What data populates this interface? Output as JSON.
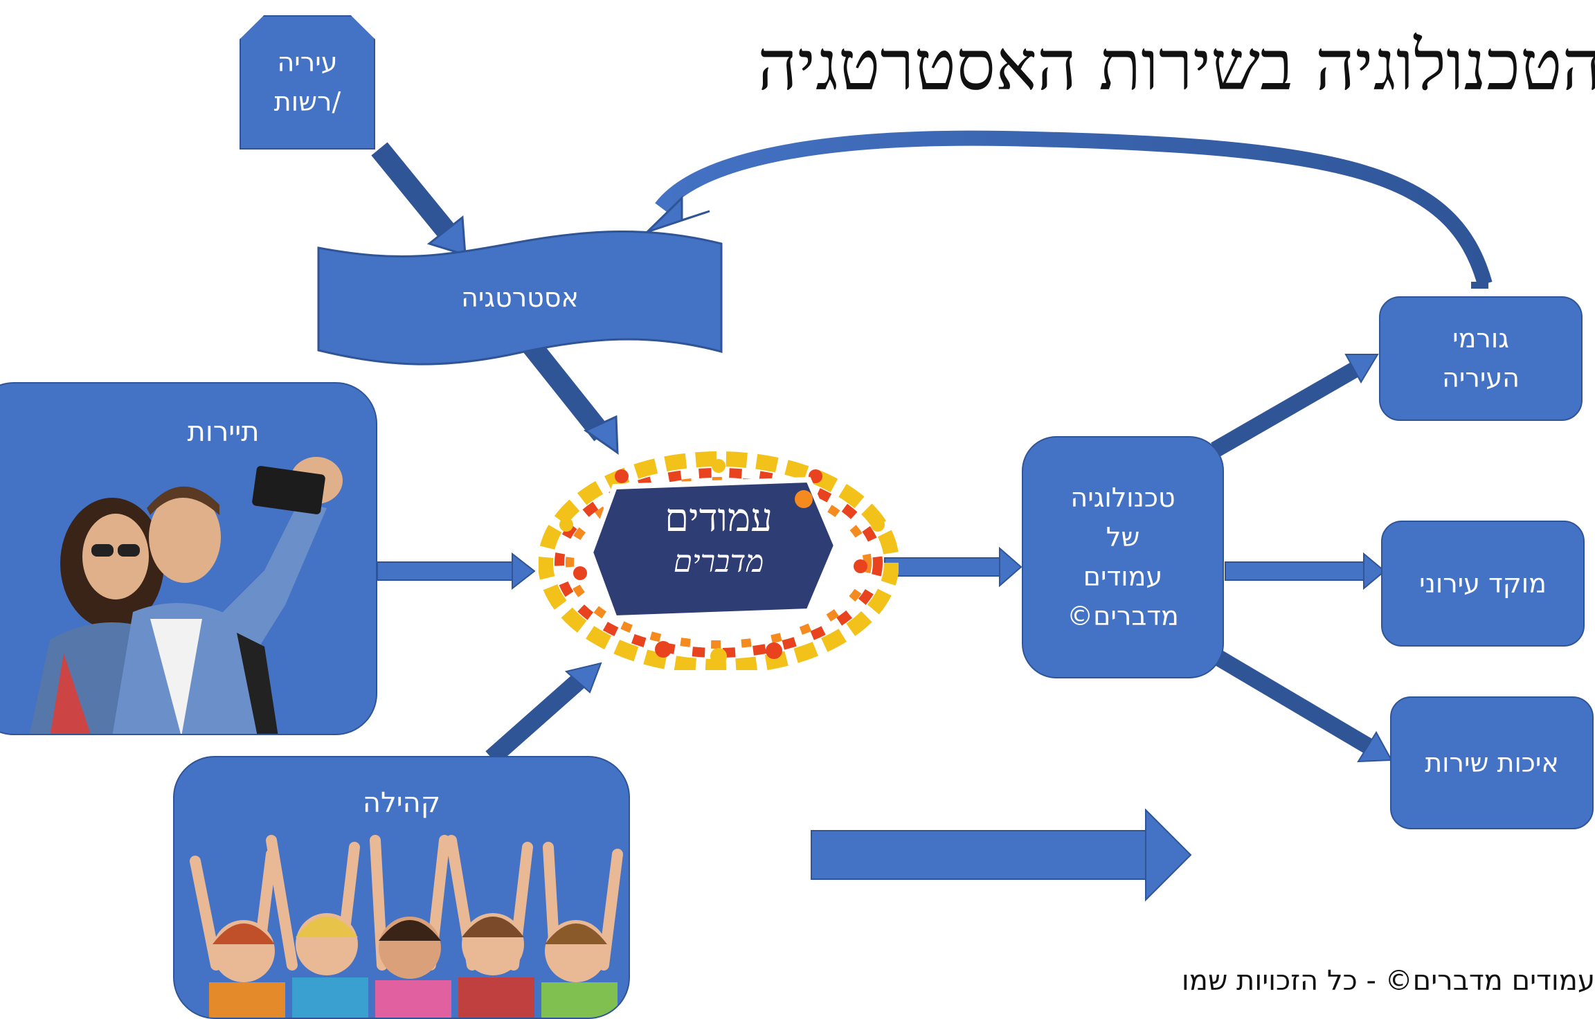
{
  "title": "הטכנולוגיה בשירות האסטרטגיה",
  "nodes": {
    "city_authority": "עיריה\n/רשות",
    "strategy": "אסטרטגיה",
    "tourism": "תיירות",
    "community": "קהילה",
    "technology": "טכנולוגיה\nשל\nעמודים\nמדברים©",
    "city_factors": "גורמי\nהעיריה",
    "city_center": "מוקד עירוני",
    "service_quality": "איכות שירות"
  },
  "logo": {
    "line1": "עמודים",
    "line2": "מדברים"
  },
  "footer": "עמודים מדברים© - כל הזכויות שמורות",
  "colors": {
    "box_fill": "#4472c4",
    "box_border": "#2f5597",
    "logo_fill": "#2e3d73"
  }
}
